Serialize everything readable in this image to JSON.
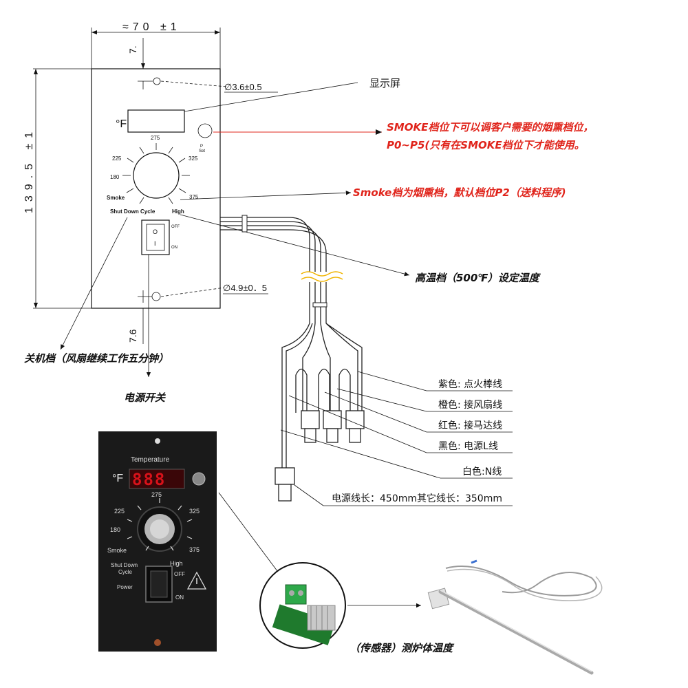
{
  "dims": {
    "width": "≈70 ±1",
    "height": "139.5 ±1",
    "top_offset": "7.",
    "bottom_offset": "7.6",
    "hole_top": "∅3.6±0.5",
    "hole_bottom": "∅4.9±0．5"
  },
  "panel_drawing": {
    "unit": "°F",
    "dial_275": "275",
    "dial_225": "225",
    "dial_325": "325",
    "dial_180": "180",
    "dial_375": "375",
    "dial_smoke": "Smoke",
    "dial_shutdown": "Shut Down Cycle",
    "dial_high": "High",
    "switch_off": "OFF",
    "switch_on": "ON",
    "switch_o": "O",
    "switch_i": "I",
    "p_label_1": "P",
    "p_label_2": "Set"
  },
  "callouts": {
    "display": "显示屏",
    "smoke_note_1": "SMOKE档位下可以调客户需要的烟熏档位，",
    "smoke_note_2": "P0~P5(只有在SMOKE档位下才能使用。",
    "smoke_default": "Smoke档为烟熏档，默认档位P2（送料程序)",
    "high_temp": "高温档（500℉）设定温度",
    "shutdown": "关机档（风扇继续工作五分钟）",
    "power_switch": "电源开关",
    "sensor": "（传感器）测炉体温度"
  },
  "wires": {
    "purple": "紫色: 点火棒线",
    "orange": "橙色: 接风扇线",
    "red": "红色: 接马达线",
    "black": "黑色: 电源L线",
    "white": "白色:N线",
    "lengths": "电源线长：450mm其它线长：350mm"
  },
  "photo_panel": {
    "temperature": "Temperature",
    "unit": "°F",
    "digits": "888",
    "dial_275": "275",
    "dial_225": "225",
    "dial_325": "325",
    "dial_180": "180",
    "dial_375": "375",
    "dial_smoke": "Smoke",
    "shutdown_1": "Shut Down",
    "shutdown_2": "Cycle",
    "high": "High",
    "off": "OFF",
    "on": "ON",
    "power": "Power"
  },
  "colors": {
    "red_note": "#e0241b",
    "panel_bg": "#1a1a1a",
    "led": "#d8121a"
  }
}
